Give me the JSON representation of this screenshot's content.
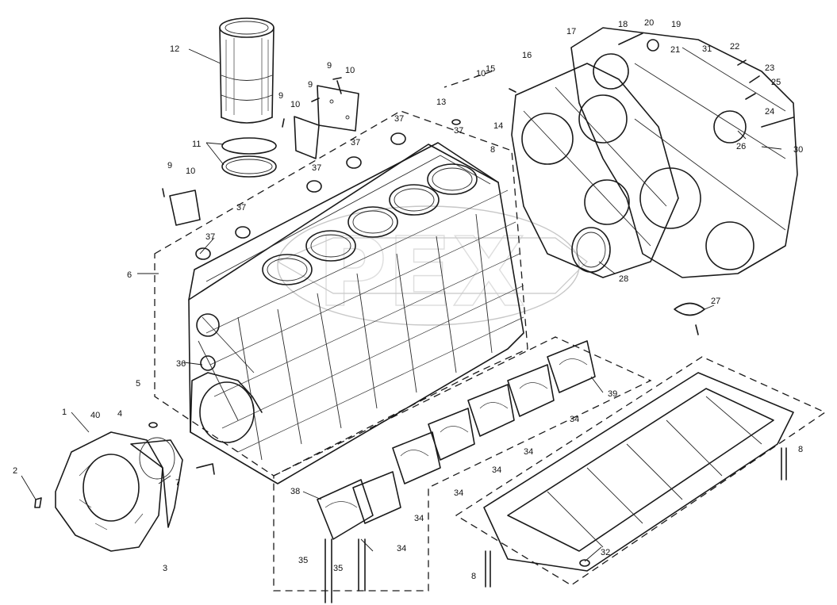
{
  "labels": [
    "1",
    "2",
    "3",
    "4",
    "5",
    "6",
    "7",
    "8",
    "8",
    "8",
    "9",
    "9",
    "9",
    "9",
    "10",
    "10",
    "10",
    "10",
    "11",
    "12",
    "13",
    "14",
    "15",
    "16",
    "17",
    "18",
    "19",
    "20",
    "21",
    "22",
    "23",
    "24",
    "25",
    "26",
    "27",
    "28",
    "30",
    "31",
    "32",
    "34",
    "34",
    "34",
    "34",
    "34",
    "34",
    "35",
    "35",
    "36",
    "37",
    "37",
    "37",
    "37",
    "37",
    "37",
    "38",
    "39",
    "40"
  ],
  "watermark": "PEX"
}
